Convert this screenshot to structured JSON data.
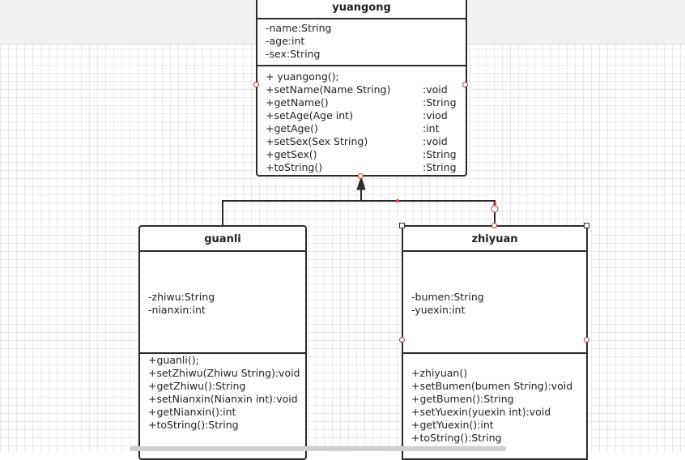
{
  "classes": {
    "yuangong": {
      "name": "yuangong",
      "attributes": [
        "-name:String",
        "-age:int",
        "-sex:String"
      ],
      "methods": [
        {
          "name": "+ yuangong();",
          "type": ""
        },
        {
          "name": "+setName(Name String)",
          "type": ":void"
        },
        {
          "name": "+getName()",
          "type": ":String"
        },
        {
          "name": "+setAge(Age int)",
          "type": ":viod"
        },
        {
          "name": "+getAge()",
          "type": ":int"
        },
        {
          "name": "+setSex(Sex String)",
          "type": ":void"
        },
        {
          "name": "+getSex()",
          "type": ":String"
        },
        {
          "name": "+toString()",
          "type": ":String"
        }
      ]
    },
    "guanli": {
      "name": "guanli",
      "attributes": [
        "-zhiwu:String",
        "-nianxin:int"
      ],
      "methods": [
        "+guanli();",
        "+setZhiwu(Zhiwu String):void",
        "+getZhiwu():String",
        "+setNianxin(Nianxin int):void",
        "+getNianxin():int",
        "+toString():String"
      ]
    },
    "zhiyuan": {
      "name": "zhiyuan",
      "attributes": [
        "-bumen:String",
        "-yuexin:int"
      ],
      "methods": [
        "+zhiyuan()",
        "+setBumen(bumen String):void",
        "+getBumen():String",
        "+setYuexin(yuexin int):void",
        "+getYuexin():int",
        "+toString():String"
      ]
    }
  },
  "relations": [
    {
      "type": "generalization",
      "from": "guanli",
      "to": "yuangong"
    },
    {
      "type": "generalization",
      "from": "zhiyuan",
      "to": "yuangong"
    }
  ],
  "colors": {
    "border": "#2b2b2b",
    "port": "#c0392b",
    "grid": "#e9e9e9"
  }
}
